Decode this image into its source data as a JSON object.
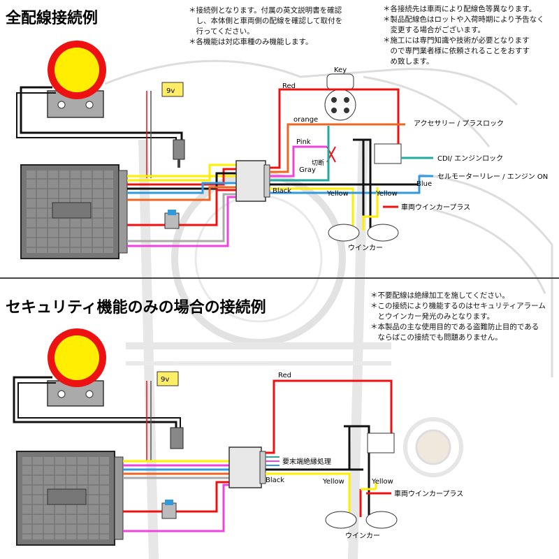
{
  "section1": {
    "title": "全配線接続例",
    "notes": {
      "left": "＊接続例となります。付属の英文説明書を確認\n　し、本体側と車両側の配線を確認して取付を\n　行ってください。\n＊各機能は対応車種のみ機能します。",
      "right": "＊各接続先は車両により配線色等異なります。\n＊製品配線色はロットや入荷時期により予告なく\n　変更する場合がございます。\n＊施工には専門知識や技術が必要となります\n　ので専門業者様に依頼されることをおすす\n　め致します。"
    },
    "labels": {
      "battery": "9v",
      "key": "Key",
      "red": "Red",
      "orange": "orange",
      "pink": "Pink",
      "cut": "切断",
      "gray": "Gray",
      "black": "Black",
      "yellow_1": "Yellow",
      "yellow_2": "Yellow",
      "blue": "Blue",
      "accessory": "アクセサリー / プラスロック",
      "cdi": "CDI/ エンジンロック",
      "starter": "セルモーターリレー / エンジン ON",
      "winker_plus": "車両ウインカープラス",
      "winker": "ウインカー"
    }
  },
  "section2": {
    "title": "セキュリティ機能のみの場合の接続例",
    "notes": "＊不要配線は絶縁加工を施してください。\n＊この接続により機能するのはセキュリティアラーム\n　とウインカー発光のみとなります。\n＊本製品の主な使用目的である盗難防止目的である\n　ならばこの接続でも問題ありません。",
    "labels": {
      "battery": "9v",
      "red": "Red",
      "insulation": "要末端絶縁処理",
      "black": "Black",
      "yellow_1": "Yellow",
      "yellow_2": "Yellow",
      "winker_plus": "車両ウインカープラス",
      "winker": "ウインカー"
    }
  },
  "colors": {
    "red": "#ee1111",
    "black": "#111111",
    "yellow": "#ffee00",
    "blue": "#3399dd",
    "teal": "#22aaa0",
    "orange": "#ee6622",
    "pink": "#ee44dd",
    "gray": "#aaaaaa",
    "siren_yellow": "#ffee00",
    "siren_red": "#ee1111"
  }
}
